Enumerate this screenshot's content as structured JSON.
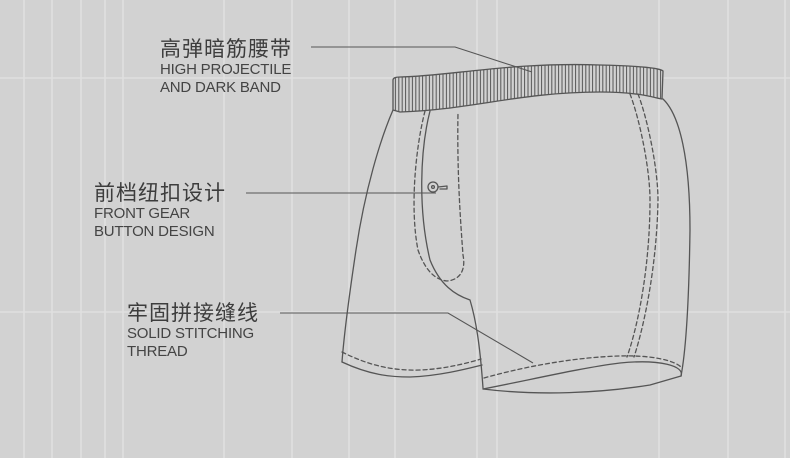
{
  "colors": {
    "background": "#d2d2d2",
    "grid": "#e0e0e0",
    "stroke": "#555555",
    "text": "#444444"
  },
  "callouts": [
    {
      "id": "waistband",
      "title_zh": "高弹暗筋腰带",
      "line1": "HIGH PROJECTILE",
      "line2": "AND DARK BAND"
    },
    {
      "id": "button",
      "title_zh": "前档纽扣设计",
      "line1": "FRONT GEAR",
      "line2": "BUTTON DESIGN"
    },
    {
      "id": "stitching",
      "title_zh": "牢固拼接缝线",
      "line1": "SOLID STITCHING",
      "line2": "THREAD"
    }
  ],
  "illustration": {
    "subject": "boxer-shorts-line-drawing",
    "icons": [
      "button-icon"
    ]
  }
}
